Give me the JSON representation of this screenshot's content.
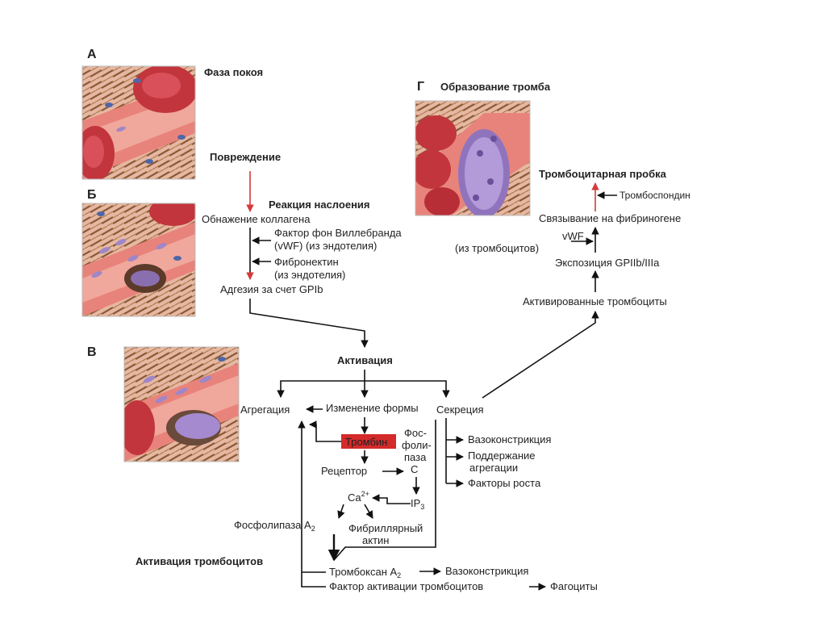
{
  "panels": {
    "a_letter": "А",
    "a_title": "Фаза покоя",
    "b_letter": "Б",
    "v_letter": "В",
    "g_letter": "Г",
    "g_title": "Образование тромба"
  },
  "left_flow": {
    "injury": "Повреждение",
    "reaction": "Реакция наслоения",
    "collagen": "Обнажение коллагена",
    "vwf_line1": "Фактор фон Виллебранда",
    "vwf_line2": "(vWF) (из эндотелия)",
    "fibronectin_line1": "Фибронектин",
    "fibronectin_line2": "(из эндотелия)",
    "adhesion": "Адгезия за счет GPIb"
  },
  "right_flow": {
    "plug": "Тромбоцитарная пробка",
    "thrombospondin": "Тромбоспондин",
    "fibrinogen_binding": "Связывание на фибриногене",
    "vwf_line1": "vWF",
    "vwf_line2": "(из тромбоцитов)",
    "gp_exposure": "Экспозиция GPIIb/IIIa",
    "activated": "Активированные тромбоциты"
  },
  "activation": {
    "title": "Активация",
    "aggregation": "Агрегация",
    "shape_change": "Изменение формы",
    "secretion": "Секреция",
    "thrombin": "Тромбин",
    "phospholipase_1": "Фос-",
    "phospholipase_2": "фоли-",
    "phospholipase_3": "паза",
    "phospholipase_c": "C",
    "receptor": "Рецептор",
    "ca": "Ca",
    "ca_sup": "2+",
    "ip": "IP",
    "ip_sub": "3",
    "pla2": "Фосфолипаза A",
    "pla2_sub": "2",
    "actin_1": "Фибриллярный",
    "actin_2": "актин",
    "vasoconstriction": "Вазоконстрикция",
    "support_1": "Поддержание",
    "support_2": "агрегации",
    "growth": "Факторы роста",
    "platelet_activation": "Активация тромбоцитов",
    "txa": "Тромбоксан A",
    "txa_sub": "2",
    "txa_target": "Вазоконстрикция",
    "paf": "Фактор активации тромбоцитов",
    "phagocytes": "Фагоциты"
  },
  "colors": {
    "thrombin_highlight": "#d42a2a",
    "injury_arrow": "#d43a3a",
    "vessel_red": "#d9505a",
    "cell_lilac": "#9f86c8"
  }
}
